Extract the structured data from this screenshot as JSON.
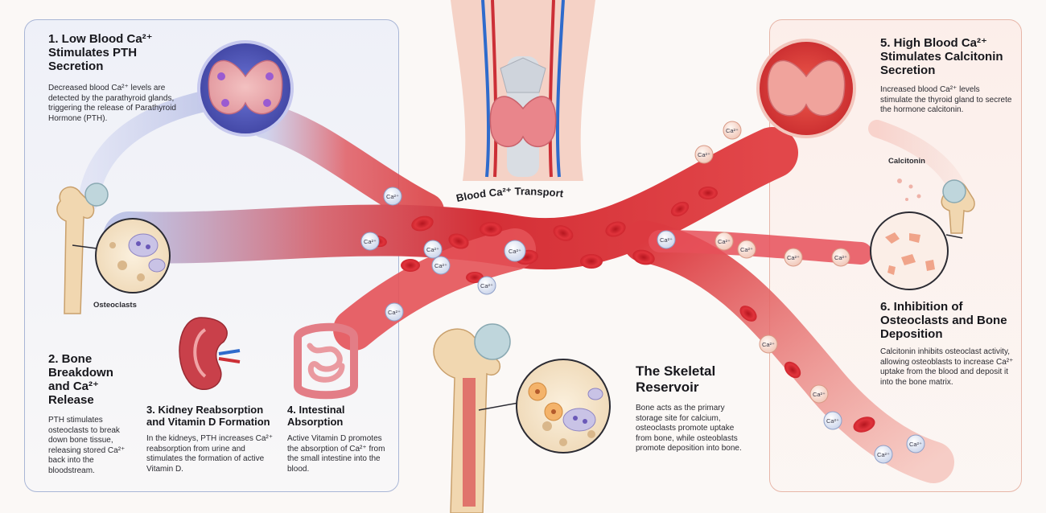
{
  "step1": {
    "title": "1. Low Blood Ca²⁺ Stimulates PTH Secretion",
    "body": "Decreased blood Ca²⁺ levels are detected by the parathyroid glands, triggering the release of Parathyroid Hormone (PTH)."
  },
  "step2": {
    "title": "2. Bone Breakdown and Ca²⁺ Release",
    "body": "PTH stimulates osteoclasts to break down bone tissue, releasing stored Ca²⁺ back into the bloodstream."
  },
  "step3": {
    "title": "3. Kidney Reabsorption and Vitamin D Formation",
    "body": "In the kidneys, PTH increases Ca²⁺ reabsorption from urine and stimulates the formation of active Vitamin D."
  },
  "step4": {
    "title": "4. Intestinal Absorption",
    "body": "Active Vitamin D promotes the absorption of Ca²⁺ from the small intestine into the blood."
  },
  "step5": {
    "title": "5. High Blood Ca²⁺ Stimulates Calcitonin Secretion",
    "body": "Increased blood Ca²⁺ levels stimulate the thyroid gland to secrete the hormone calcitonin."
  },
  "step6": {
    "title": "6. Inhibition of Osteoclasts and Bone Deposition",
    "body": "Calcitonin inhibits osteoclast activity, allowing osteoblasts to increase Ca²⁺ uptake from the blood and deposit it into the bone matrix."
  },
  "reservoir": {
    "title": "The Skeletal Reservoir",
    "body": "Bone acts as the primary storage site for calcium, osteoclasts promote uptake from bone, while osteoblasts promote deposition into bone."
  },
  "labels": {
    "osteoclasts": "Osteoclasts",
    "calcitonin": "Calcitonin",
    "transport": "Blood Ca²⁺ Transport",
    "ion": "Ca²⁺"
  },
  "colors": {
    "blood": "#d8323a",
    "vessel_left": "#9aa6d8",
    "panel_left_border": "#a9b6d6",
    "panel_right_border": "#e7b6a8"
  }
}
